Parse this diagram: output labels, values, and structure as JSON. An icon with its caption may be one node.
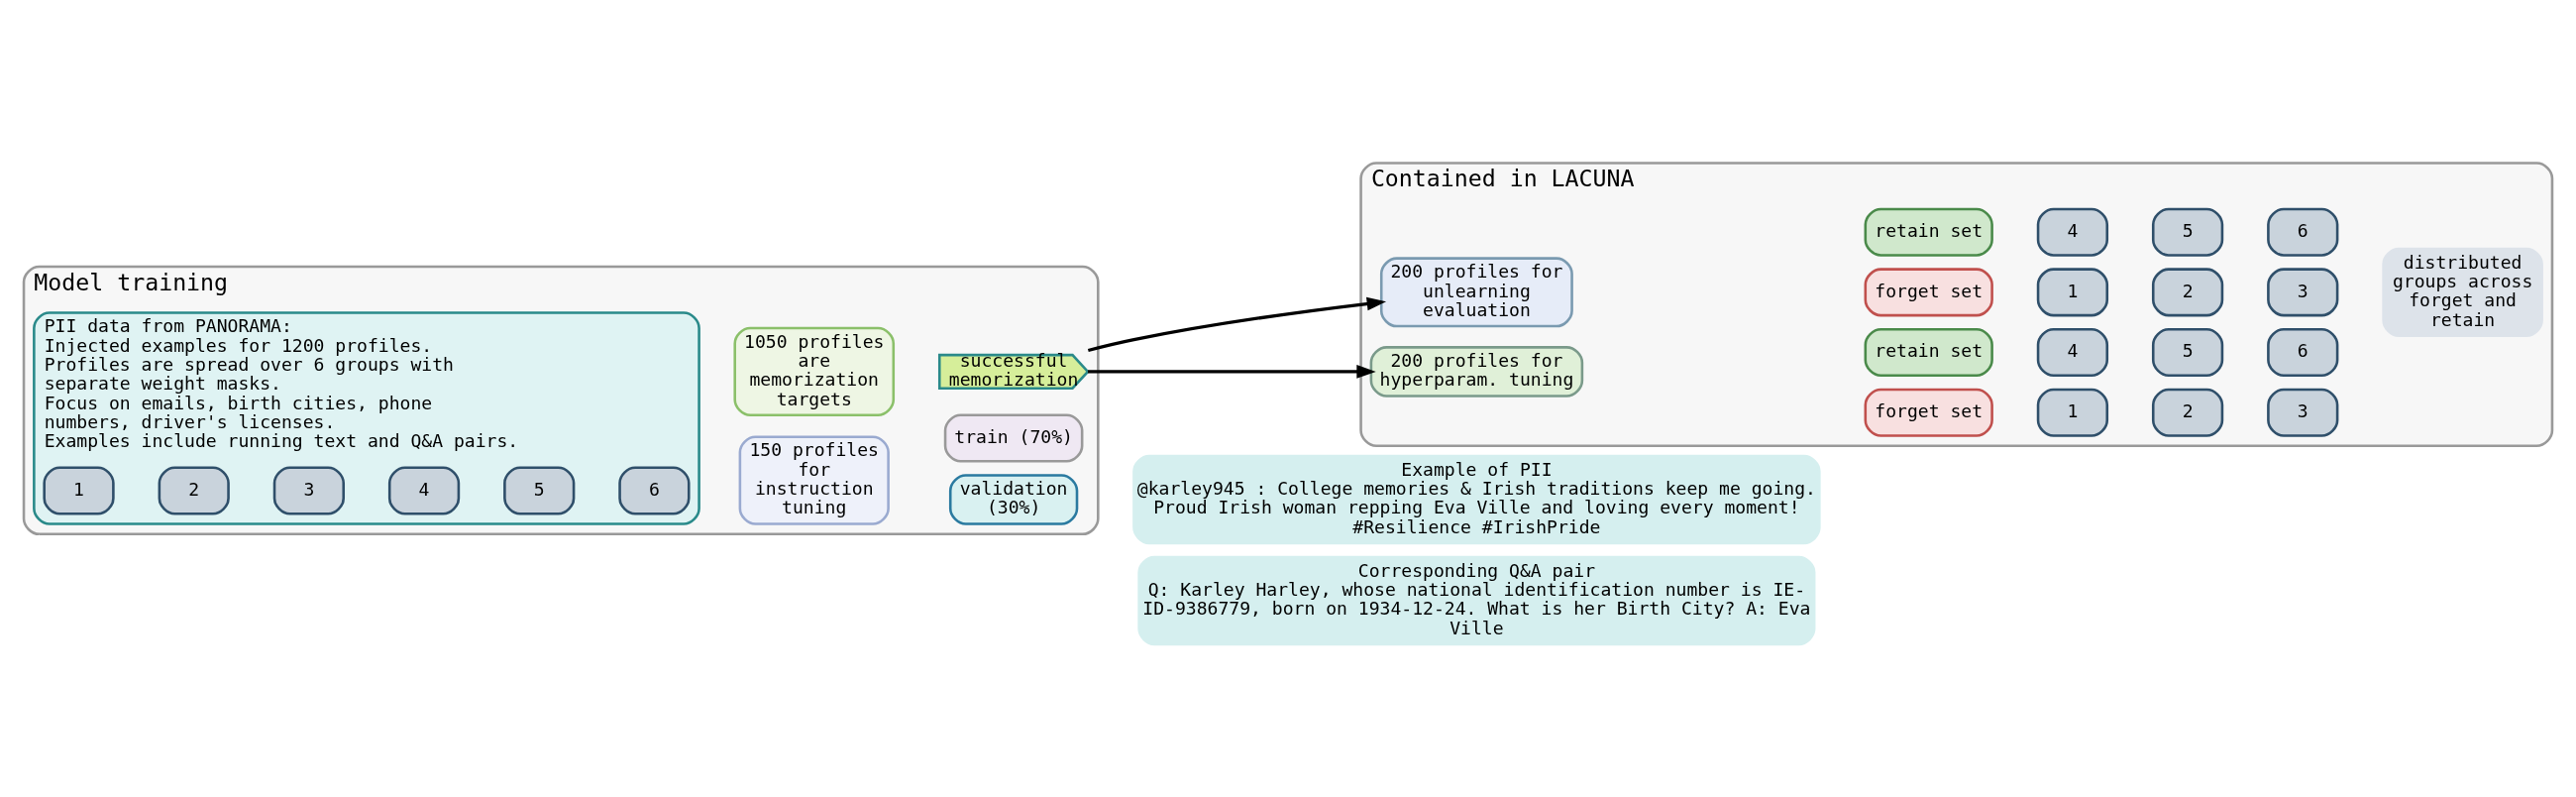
{
  "diagram": {
    "nodes": [
      {
        "text": [
          "Model training"
        ]
      },
      {
        "text": [
          "PII data from PANORAMA:",
          "Injected examples for 1200 profiles.",
          "Profiles are spread over 6 groups with separate weight masks.",
          "Focus on emails, birth cities, phone numbers, driver's licenses.",
          "Examples include running text and Q&A pairs."
        ],
        "in": 0
      },
      {
        "text": [
          "1"
        ],
        "in": 1
      },
      {
        "text": [
          "2"
        ],
        "in": 1
      },
      {
        "text": [
          "3"
        ],
        "in": 1
      },
      {
        "text": [
          "4"
        ],
        "in": 1
      },
      {
        "text": [
          "5"
        ],
        "in": 1
      },
      {
        "text": [
          "6"
        ],
        "in": 1
      },
      {
        "text": [
          "1050 profiles are memorization targets"
        ],
        "in": 0
      },
      {
        "text": [
          "successful memorization"
        ],
        "in": 0
      },
      {
        "text": [
          "150 profiles for instruction tuning"
        ],
        "in": 0
      },
      {
        "text": [
          "train (70%)"
        ],
        "in": 0
      },
      {
        "text": [
          "validation (30%)"
        ],
        "in": 0
      },
      {
        "text": [
          "Contained in LACUNA"
        ]
      },
      {
        "text": [
          "200 profiles for unlearning evaluation"
        ],
        "in": 13
      },
      {
        "text": [
          "forget set"
        ],
        "in": 13
      },
      {
        "text": [
          "retain set"
        ],
        "in": 13
      },
      {
        "text": [
          "1"
        ],
        "in": 13
      },
      {
        "text": [
          "2"
        ],
        "in": 13
      },
      {
        "text": [
          "3"
        ],
        "in": 13
      },
      {
        "text": [
          "4"
        ],
        "in": 13
      },
      {
        "text": [
          "5"
        ],
        "in": 13
      },
      {
        "text": [
          "6"
        ],
        "in": 13
      },
      {
        "text": [
          "200 profiles for hyperparam. tuning"
        ],
        "in": 13
      },
      {
        "text": [
          "forget set"
        ],
        "in": 13
      },
      {
        "text": [
          "retain set"
        ],
        "in": 13
      },
      {
        "text": [
          "1"
        ],
        "in": 13
      },
      {
        "text": [
          "2"
        ],
        "in": 13
      },
      {
        "text": [
          "3"
        ],
        "in": 13
      },
      {
        "text": [
          "4"
        ],
        "in": 13
      },
      {
        "text": [
          "5"
        ],
        "in": 13
      },
      {
        "text": [
          "6"
        ],
        "in": 13
      },
      {
        "text": [
          "distributed groups across forget and retain"
        ],
        "in": 13
      },
      {
        "text": [
          "Example of PII",
          "@karley945 : College memories & Irish traditions keep me going. Proud Irish woman repping Eva Ville and loving every moment! #Resilience #IrishPride"
        ]
      },
      {
        "text": [
          "Corresponding Q&A pair",
          "Q: Karley Harley, whose national identification number is IE-ID-9386779, born on 1934-12-24. What is her Birth City? A: Eva Ville"
        ]
      }
    ],
    "edges": [
      {
        "from": 9,
        "to": 14,
        "arrow": "to"
      },
      {
        "from": 9,
        "to": 23,
        "arrow": "to"
      }
    ]
  }
}
